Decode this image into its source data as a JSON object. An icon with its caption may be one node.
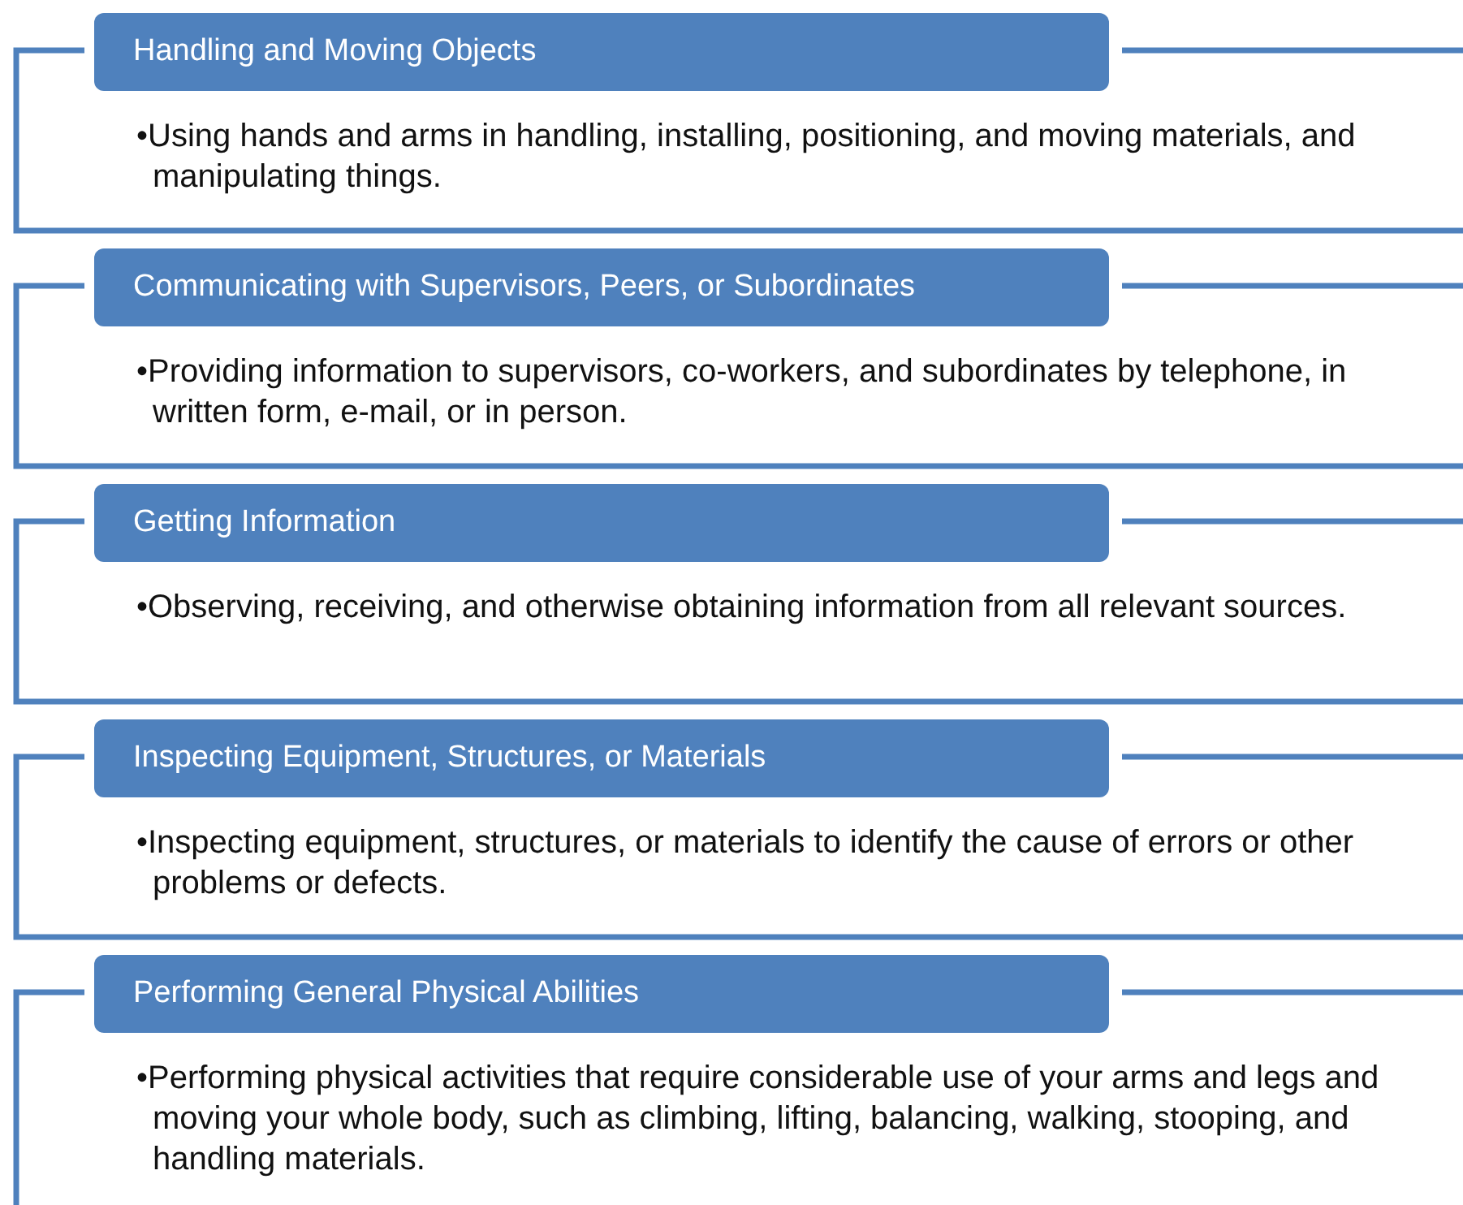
{
  "diagram": {
    "nodes": [
      {
        "text": [
          "Handling and Moving Objects",
          "•Using hands and arms in handling, installing, positioning, and moving materials, and manipulating things."
        ]
      },
      {
        "text": [
          "Communicating with Supervisors, Peers, or Subordinates",
          "•Providing information to supervisors, co-workers, and subordinates by telephone, in written form, e-mail, or in person."
        ]
      },
      {
        "text": [
          "Getting Information",
          "•Observing, receiving, and otherwise obtaining information from all relevant sources."
        ]
      },
      {
        "text": [
          "Inspecting Equipment, Structures, or Materials",
          "•Inspecting equipment, structures, or materials to identify the cause of errors or other problems or defects."
        ]
      },
      {
        "text": [
          "Performing General Physical Abilities",
          "•Performing physical activities that require considerable use of your arms and legs and moving your whole body, such as climbing, lifting, balancing, walking, stooping, and handling materials."
        ]
      }
    ]
  }
}
